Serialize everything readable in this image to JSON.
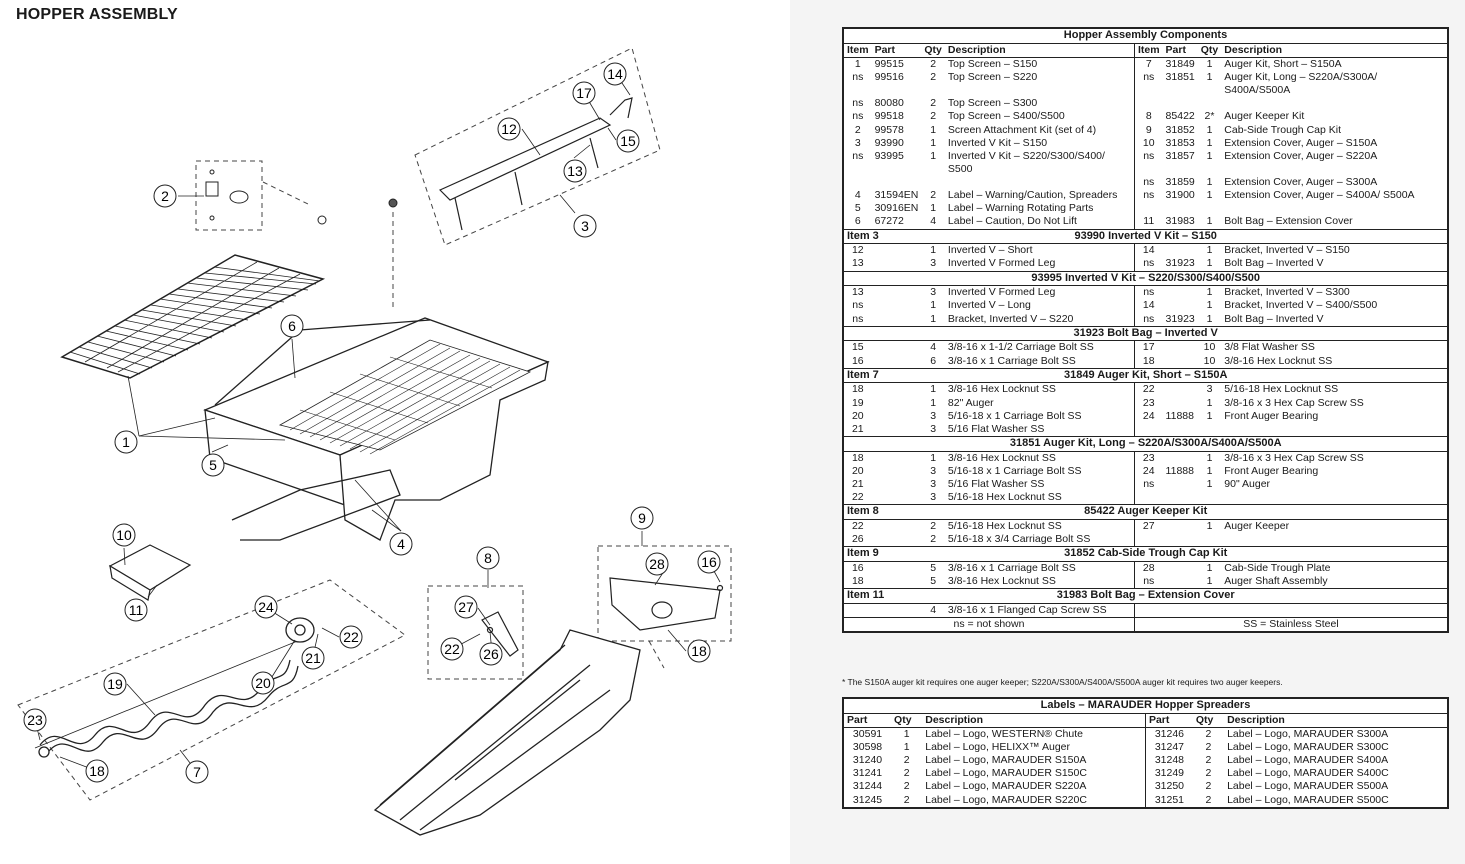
{
  "title": "HOPPER ASSEMBLY",
  "components": {
    "title": "Hopper Assembly Components",
    "headers": [
      "Item",
      "Part",
      "Qty",
      "Description",
      "Item",
      "Part",
      "Qty",
      "Description"
    ],
    "rows": [
      [
        "1",
        "99515",
        "2",
        "Top Screen – S150",
        "7",
        "31849",
        "1",
        "Auger Kit, Short – S150A"
      ],
      [
        "ns",
        "99516",
        "2",
        "Top Screen – S220",
        "ns",
        "31851",
        "1",
        "Auger Kit, Long – S220A/S300A/ S400A/S500A"
      ],
      [
        "ns",
        "80080",
        "2",
        "Top Screen – S300",
        "",
        "",
        "",
        ""
      ],
      [
        "ns",
        "99518",
        "2",
        "Top Screen – S400/S500",
        "8",
        "85422",
        "2*",
        "Auger Keeper Kit"
      ],
      [
        "2",
        "99578",
        "1",
        "Screen Attachment Kit (set of 4)",
        "9",
        "31852",
        "1",
        "Cab-Side Trough Cap Kit"
      ],
      [
        "3",
        "93990",
        "1",
        "Inverted V Kit – S150",
        "10",
        "31853",
        "1",
        "Extension Cover, Auger – S150A"
      ],
      [
        "ns",
        "93995",
        "1",
        "Inverted V Kit – S220/S300/S400/ S500",
        "ns",
        "31857",
        "1",
        "Extension Cover, Auger – S220A"
      ],
      [
        "",
        "",
        "",
        "",
        "ns",
        "31859",
        "1",
        "Extension Cover, Auger – S300A"
      ],
      [
        "4",
        "31594EN",
        "2",
        "Label – Warning/Caution, Spreaders",
        "ns",
        "31900",
        "1",
        "Extension Cover, Auger – S400A/ S500A"
      ],
      [
        "5",
        "30916EN",
        "1",
        "Label – Warning Rotating Parts",
        "",
        "",
        "",
        ""
      ],
      [
        "6",
        "67272",
        "4",
        "Label – Caution, Do Not Lift",
        "11",
        "31983",
        "1",
        "Bolt Bag – Extension Cover"
      ]
    ],
    "sections": [
      {
        "item": "Item 3",
        "title": "93990 Inverted V Kit – S150",
        "rows": [
          [
            "12",
            "",
            "1",
            "Inverted V – Short",
            "14",
            "",
            "1",
            "Bracket, Inverted V – S150"
          ],
          [
            "13",
            "",
            "3",
            "Inverted V Formed Leg",
            "ns",
            "31923",
            "1",
            "Bolt Bag – Inverted V"
          ]
        ]
      },
      {
        "item": "",
        "title": "93995 Inverted V Kit – S220/S300/S400/S500",
        "rows": [
          [
            "13",
            "",
            "3",
            "Inverted V Formed Leg",
            "ns",
            "",
            "1",
            "Bracket, Inverted V – S300"
          ],
          [
            "ns",
            "",
            "1",
            "Inverted V – Long",
            "14",
            "",
            "1",
            "Bracket, Inverted V – S400/S500"
          ],
          [
            "ns",
            "",
            "1",
            "Bracket, Inverted V – S220",
            "ns",
            "31923",
            "1",
            "Bolt Bag – Inverted V"
          ]
        ]
      },
      {
        "item": "",
        "title": "31923 Bolt Bag – Inverted V",
        "rows": [
          [
            "15",
            "",
            "4",
            "3/8-16 x 1-1/2 Carriage Bolt SS",
            "17",
            "",
            "10",
            "3/8 Flat Washer SS"
          ],
          [
            "16",
            "",
            "6",
            "3/8-16 x 1 Carriage Bolt SS",
            "18",
            "",
            "10",
            "3/8-16 Hex Locknut SS"
          ]
        ]
      },
      {
        "item": "Item 7",
        "title": "31849 Auger Kit, Short – S150A",
        "rows": [
          [
            "18",
            "",
            "1",
            "3/8-16 Hex Locknut SS",
            "22",
            "",
            "3",
            "5/16-18 Hex Locknut SS"
          ],
          [
            "19",
            "",
            "1",
            "82\" Auger",
            "23",
            "",
            "1",
            "3/8-16 x 3 Hex Cap Screw SS"
          ],
          [
            "20",
            "",
            "3",
            "5/16-18 x 1 Carriage Bolt SS",
            "24",
            "11888",
            "1",
            "Front Auger Bearing"
          ],
          [
            "21",
            "",
            "3",
            "5/16 Flat Washer SS",
            "",
            "",
            "",
            ""
          ]
        ]
      },
      {
        "item": "",
        "title": "31851 Auger Kit, Long – S220A/S300A/S400A/S500A",
        "rows": [
          [
            "18",
            "",
            "1",
            "3/8-16 Hex Locknut SS",
            "23",
            "",
            "1",
            "3/8-16 x 3 Hex Cap Screw SS"
          ],
          [
            "20",
            "",
            "3",
            "5/16-18 x 1 Carriage Bolt SS",
            "24",
            "11888",
            "1",
            "Front Auger Bearing"
          ],
          [
            "21",
            "",
            "3",
            "5/16 Flat Washer SS",
            "ns",
            "",
            "1",
            "90\" Auger"
          ],
          [
            "22",
            "",
            "3",
            "5/16-18 Hex Locknut SS",
            "",
            "",
            "",
            ""
          ]
        ]
      },
      {
        "item": "Item 8",
        "title": "85422 Auger Keeper Kit",
        "rows": [
          [
            "22",
            "",
            "2",
            "5/16-18 Hex Locknut SS",
            "27",
            "",
            "1",
            "Auger Keeper"
          ],
          [
            "26",
            "",
            "2",
            "5/16-18 x 3/4 Carriage Bolt SS",
            "",
            "",
            "",
            ""
          ]
        ]
      },
      {
        "item": "Item 9",
        "title": "31852 Cab-Side Trough Cap Kit",
        "rows": [
          [
            "16",
            "",
            "5",
            "3/8-16 x 1 Carriage Bolt SS",
            "28",
            "",
            "1",
            "Cab-Side Trough Plate"
          ],
          [
            "18",
            "",
            "5",
            "3/8-16 Hex Locknut SS",
            "ns",
            "",
            "1",
            "Auger Shaft Assembly"
          ]
        ]
      },
      {
        "item": "Item 11",
        "title": "31983 Bolt Bag – Extension Cover",
        "rows": [
          [
            "",
            "",
            "4",
            "3/8-16 x 1 Flanged Cap Screw SS",
            "",
            "",
            "",
            ""
          ]
        ]
      }
    ],
    "legend_left": "ns = not shown",
    "legend_right": "SS = Stainless Steel",
    "footnote": "* The S150A auger kit requires one auger keeper; S220A/S300A/S400A/S500A auger kit requires two auger keepers."
  },
  "labels": {
    "title": "Labels – MARAUDER Hopper Spreaders",
    "headers": [
      "Part",
      "Qty",
      "Description",
      "Part",
      "Qty",
      "Description"
    ],
    "rows": [
      [
        "30591",
        "1",
        "Label – Logo, WESTERN® Chute",
        "31246",
        "2",
        "Label – Logo, MARAUDER S300A"
      ],
      [
        "30598",
        "1",
        "Label – Logo, HELIXX™ Auger",
        "31247",
        "2",
        "Label – Logo, MARAUDER S300C"
      ],
      [
        "31240",
        "2",
        "Label – Logo, MARAUDER S150A",
        "31248",
        "2",
        "Label – Logo, MARAUDER S400A"
      ],
      [
        "31241",
        "2",
        "Label – Logo, MARAUDER S150C",
        "31249",
        "2",
        "Label – Logo, MARAUDER S400C"
      ],
      [
        "31244",
        "2",
        "Label – Logo, MARAUDER S220A",
        "31250",
        "2",
        "Label – Logo, MARAUDER S500A"
      ],
      [
        "31245",
        "2",
        "Label – Logo, MARAUDER S220C",
        "31251",
        "2",
        "Label – Logo, MARAUDER S500C"
      ]
    ]
  },
  "callouts": [
    "1",
    "2",
    "3",
    "4",
    "5",
    "6",
    "7",
    "8",
    "9",
    "10",
    "11",
    "12",
    "13",
    "14",
    "15",
    "16",
    "17",
    "18",
    "19",
    "20",
    "21",
    "22",
    "23",
    "24",
    "26",
    "27",
    "28"
  ]
}
